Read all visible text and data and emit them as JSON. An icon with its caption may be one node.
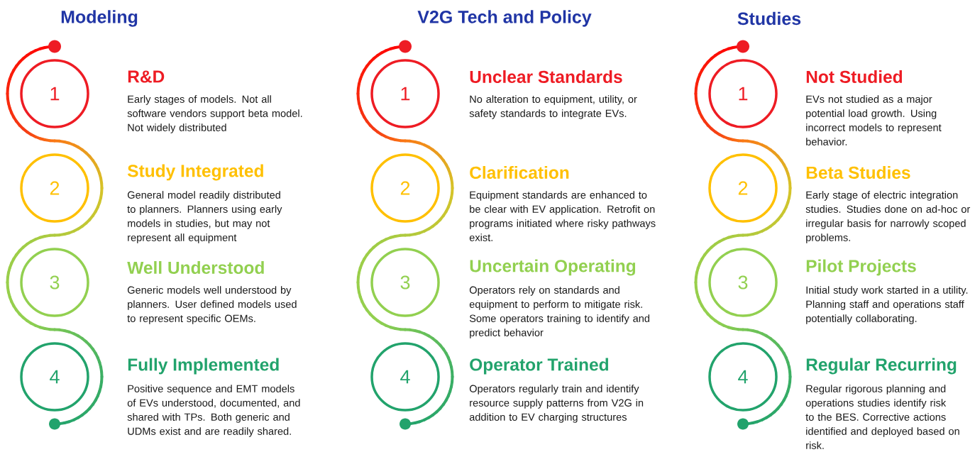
{
  "diagram": {
    "nodes": [
      {
        "text": [
          "1"
        ],
        "beside": [
          "R&D",
          "Early stages of models. Not all software vendors support beta model. Not widely distributed"
        ]
      },
      {
        "text": [
          "2"
        ],
        "beside": [
          "Study Integrated",
          "General model readily distributed to planners. Planners using early models in studies, but may not represent all equipment"
        ]
      },
      {
        "text": [
          "3"
        ],
        "beside": [
          "Well Understood",
          "Generic models well understood by planners. User defined models used to represent specific OEMs."
        ]
      },
      {
        "text": [
          "4"
        ],
        "beside": [
          "Fully Implemented",
          "Positive sequence and EMT models of EVs understood, documented, and shared with TPs. Both generic and UDMs exist and are readily shared."
        ]
      },
      {
        "text": [
          "1"
        ],
        "beside": [
          "Unclear Standards",
          "No alteration to equipment, utility, or safety standards to integrate EVs."
        ]
      },
      {
        "text": [
          "2"
        ],
        "beside": [
          "Clarification",
          "Equipment standards are enhanced to be clear with EV application. Retrofit on programs initiated where risky pathways exist."
        ]
      },
      {
        "text": [
          "3"
        ],
        "beside": [
          "Uncertain Operating",
          "Operators rely on standards and equipment to perform to mitigate risk. Some operators training to identify and predict behavior"
        ]
      },
      {
        "text": [
          "4"
        ],
        "beside": [
          "Operator Trained",
          "Operators regularly train and identify resource supply patterns from V2G in addition to EV charging structures"
        ]
      },
      {
        "text": [
          "1"
        ],
        "beside": [
          "Not Studied",
          "EVs not studied as a major potential load growth. Using incorrect models to represent behavior."
        ]
      },
      {
        "text": [
          "2"
        ],
        "beside": [
          "Beta Studies",
          "Early stage of electric integration studies. Studies done on ad-hoc or irregular basis for narrowly scoped problems."
        ]
      },
      {
        "text": [
          "3"
        ],
        "beside": [
          "Pilot Projects",
          "Initial study work started in a utility. Planning staff and operations staff potentially collaborating."
        ]
      },
      {
        "text": [
          "4"
        ],
        "beside": [
          "Regular Recurring",
          "Regular rigorous planning and operations studies identify risk to the BES. Corrective actions identified and deployed based on risk."
        ]
      }
    ],
    "labels": [
      "Modeling",
      "V2G Tech and Policy",
      "Studies"
    ]
  }
}
